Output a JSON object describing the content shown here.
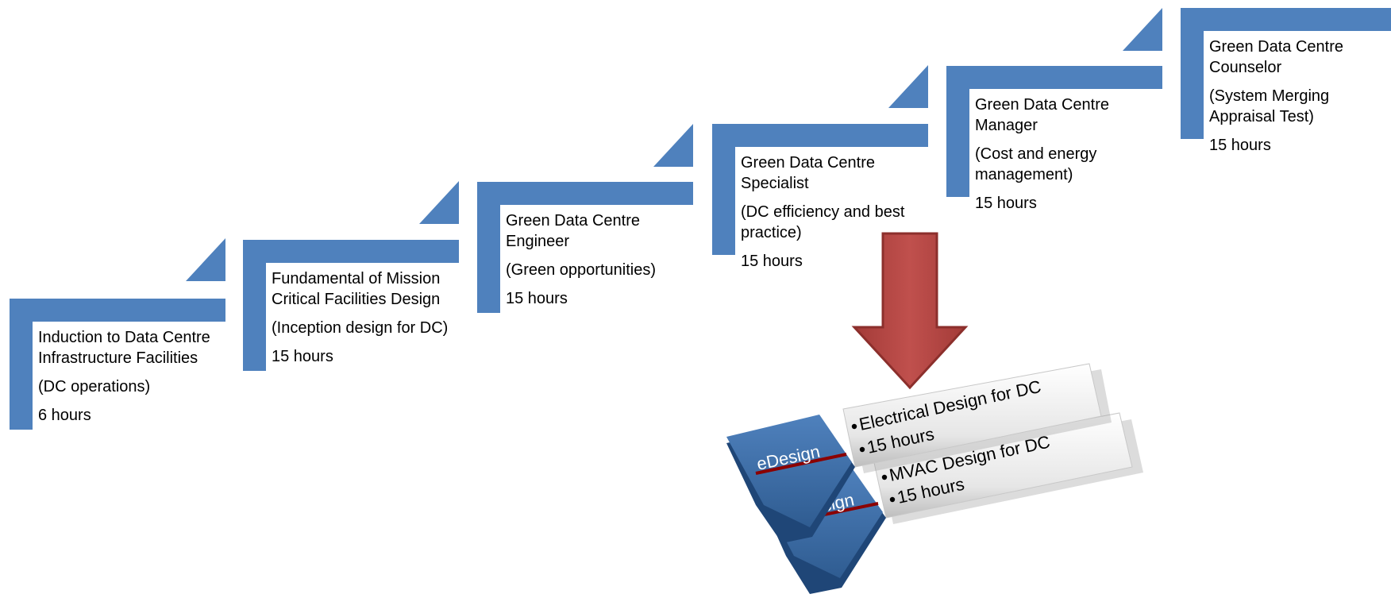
{
  "steps": [
    {
      "title": "Induction to Data Centre Infrastructure Facilities",
      "subtitle": "(DC operations)",
      "duration": "6 hours"
    },
    {
      "title": "Fundamental of Mission Critical Facilities Design",
      "subtitle": "(Inception design for DC)",
      "duration": "15 hours"
    },
    {
      "title": "Green Data Centre Engineer",
      "subtitle": "(Green opportunities)",
      "duration": "15 hours"
    },
    {
      "title": "Green Data Centre Specialist",
      "subtitle": "(DC efficiency and best practice)",
      "duration": "15 hours"
    },
    {
      "title": "Green Data Centre Manager",
      "subtitle": "(Cost and energy management)",
      "duration": "15 hours"
    },
    {
      "title": "Green Data Centre Counselor",
      "subtitle": "(System Merging Appraisal Test)",
      "duration": "15 hours"
    }
  ],
  "modules": [
    {
      "badge": "eDesign",
      "bullets": [
        "Electrical Design for DC",
        "15 hours"
      ]
    },
    {
      "badge": "mDesign",
      "bullets": [
        "MVAC Design for DC",
        "15 hours"
      ]
    }
  ],
  "colors": {
    "step_blue": "#4f81bd",
    "arrow_red": "#c0504d",
    "badge_blue": "#3a6fb0"
  }
}
